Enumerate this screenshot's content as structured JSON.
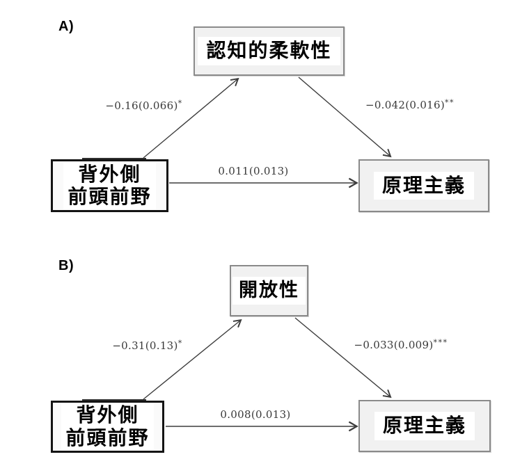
{
  "figure_type": "mediation-path-diagram",
  "colors": {
    "background": "#ffffff",
    "arrow_line": "#3d3d3d",
    "box_border_gray": "#8a8a8a",
    "box_border_dark": "#141414",
    "box_fill": "#f1f1f1",
    "label_area_fill": "#ffffff",
    "coefficient_text": "#383838"
  },
  "panels": [
    {
      "tag": "A)",
      "mediator": "認知的柔軟性",
      "predictor": {
        "line1": "背外側",
        "line2": "前頭前野"
      },
      "outcome": "原理主義",
      "paths": {
        "a": {
          "coef": "−0.16(0.066)",
          "sig": "*"
        },
        "b": {
          "coef": "−0.042(0.016)",
          "sig": "**"
        },
        "c": {
          "coef": "0.011(0.013)",
          "sig": ""
        }
      }
    },
    {
      "tag": "B)",
      "mediator": "開放性",
      "predictor": {
        "line1": "背外側",
        "line2": "前頭前野"
      },
      "outcome": "原理主義",
      "paths": {
        "a": {
          "coef": "−0.31(0.13)",
          "sig": "*"
        },
        "b": {
          "coef": "−0.033(0.009)",
          "sig": "***"
        },
        "c": {
          "coef": "0.008(0.013)",
          "sig": ""
        }
      }
    }
  ]
}
